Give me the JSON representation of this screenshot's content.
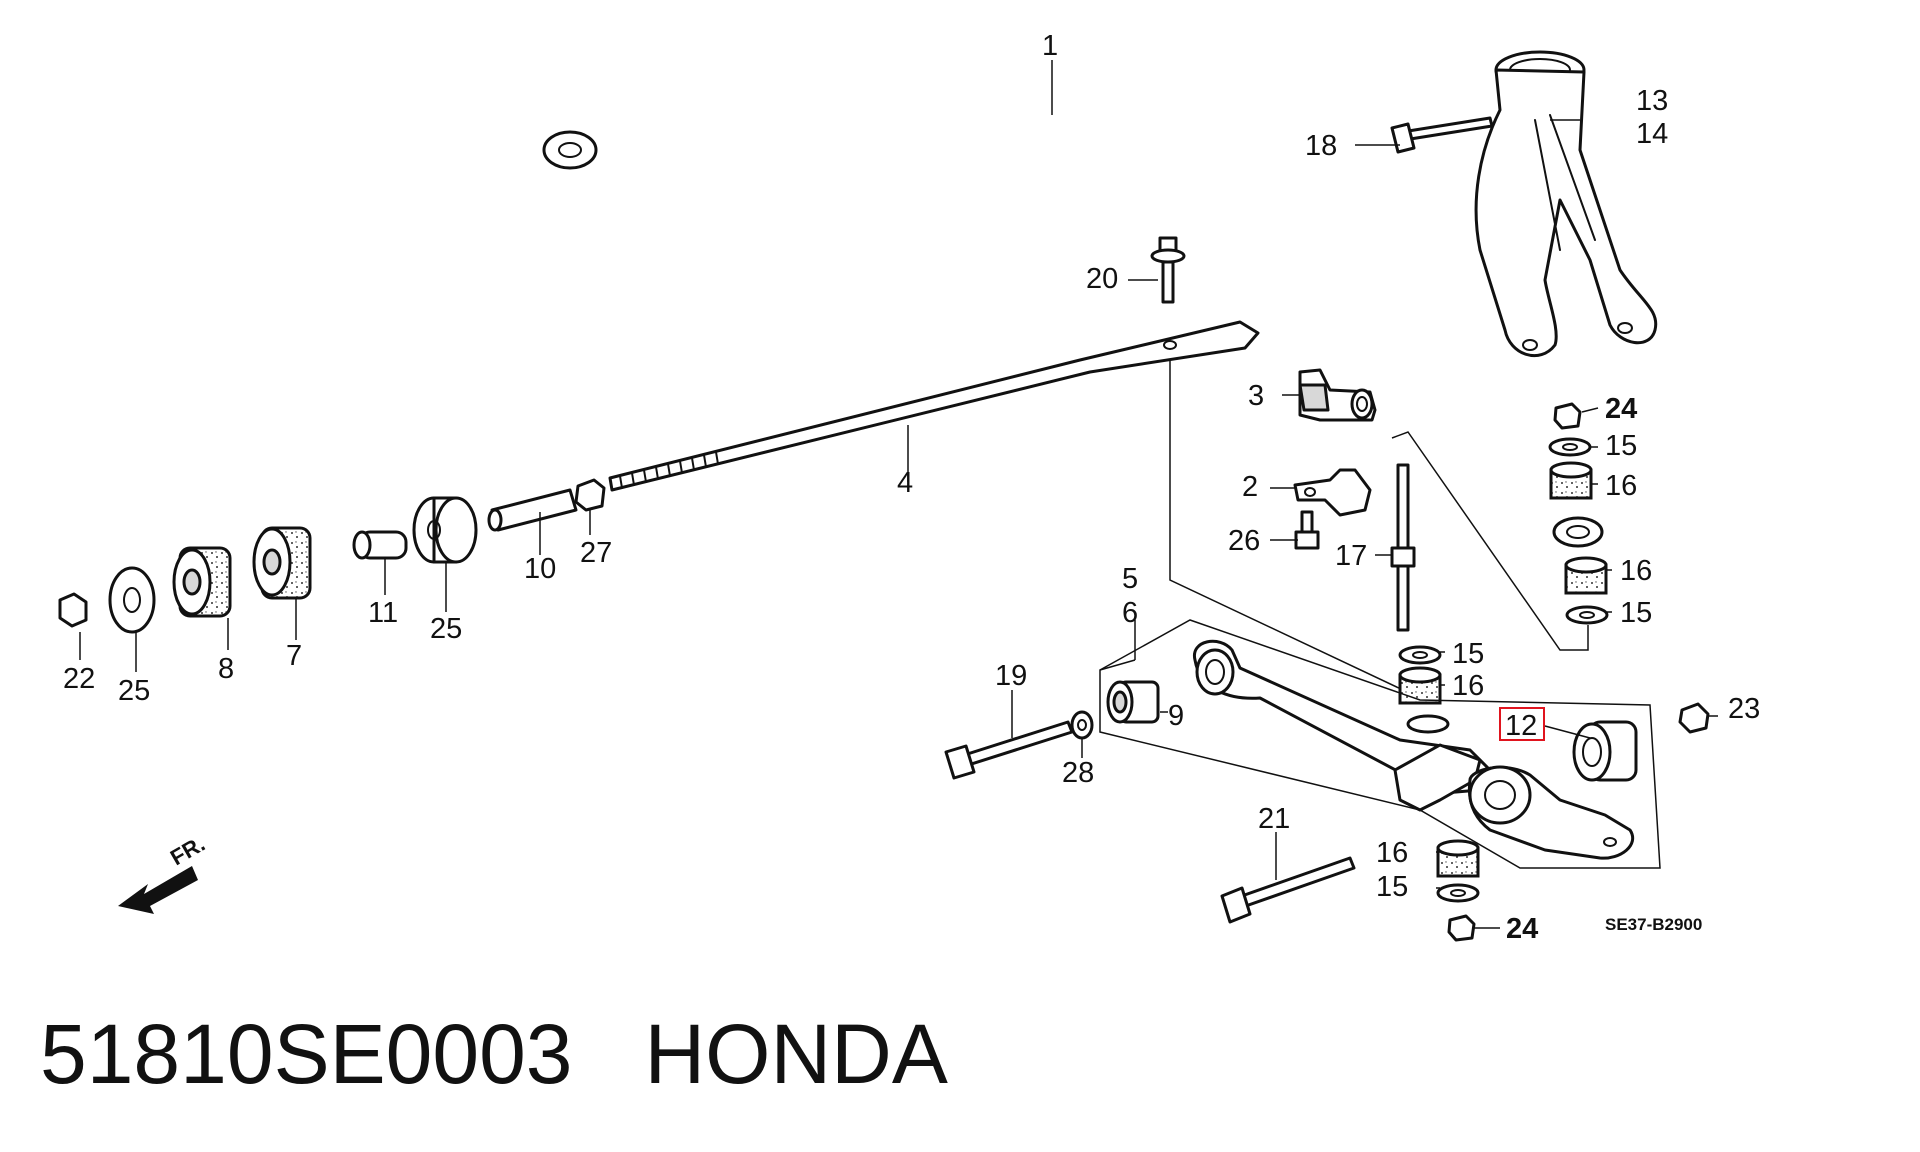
{
  "caption": {
    "part_number": "51810SE0003",
    "brand": "HONDA"
  },
  "diagram": {
    "drawing_code": "SE37-B2900",
    "direction_label": "FR.",
    "highlight_color": "#e0141e",
    "highlighted_callout": "12",
    "callouts": {
      "c1": "1",
      "c2": "2",
      "c3": "3",
      "c4": "4",
      "c5": "5",
      "c6": "6",
      "c7": "7",
      "c8": "8",
      "c9": "9",
      "c10": "10",
      "c11": "11",
      "c12": "12",
      "c13": "13",
      "c14": "14",
      "c15a": "15",
      "c15b": "15",
      "c15c": "15",
      "c15d": "15",
      "c16a": "16",
      "c16b": "16",
      "c16c": "16",
      "c16d": "16",
      "c17": "17",
      "c18": "18",
      "c19": "19",
      "c20": "20",
      "c21": "21",
      "c22": "22",
      "c23": "23",
      "c24a": "24",
      "c24b": "24",
      "c25a": "25",
      "c25b": "25",
      "c26": "26",
      "c27": "27",
      "c28": "28"
    }
  }
}
